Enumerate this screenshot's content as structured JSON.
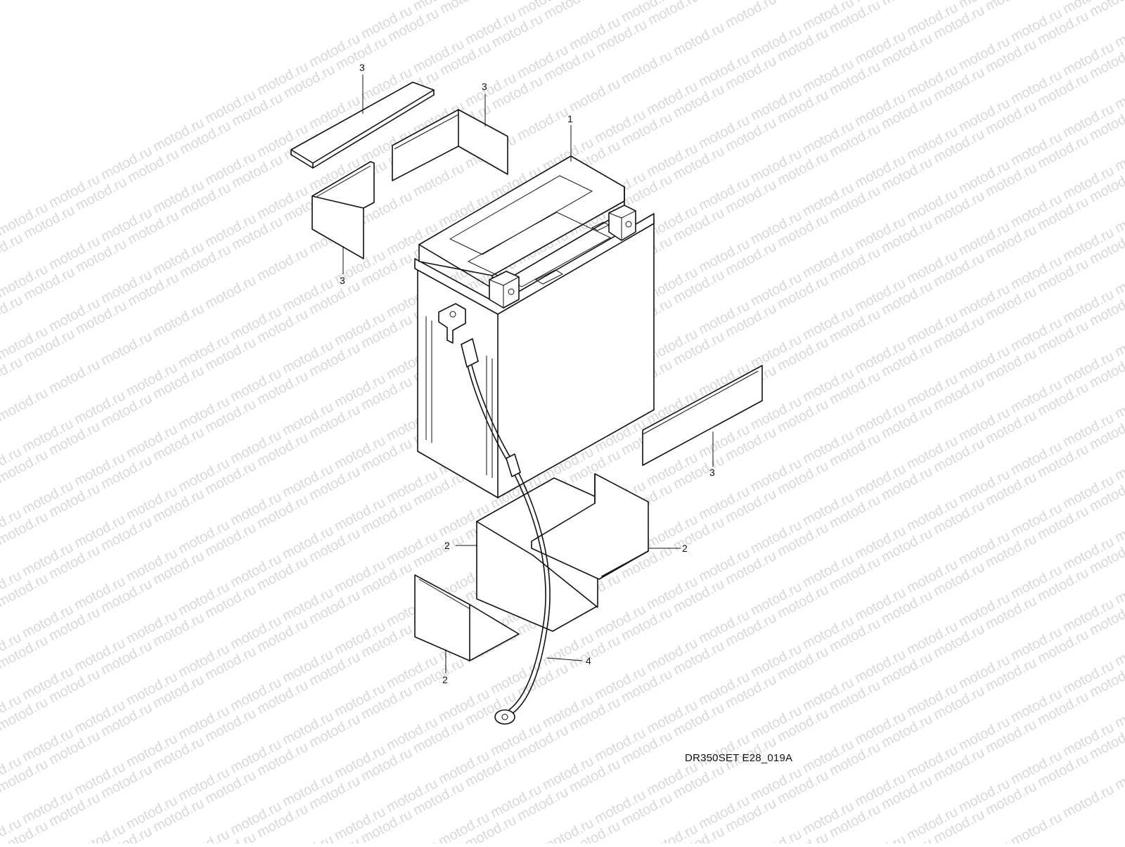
{
  "watermark": {
    "text": "motod.ru"
  },
  "diagram": {
    "parts": [
      {
        "id": "battery",
        "callout": "1"
      },
      {
        "id": "battery-cushion",
        "callout": "2"
      },
      {
        "id": "battery-pad",
        "callout": "3"
      },
      {
        "id": "ground-lead",
        "callout": "4"
      }
    ],
    "callouts": [
      "1",
      "2",
      "2",
      "2",
      "3",
      "3",
      "3",
      "3",
      "4"
    ],
    "drawing_code": "DR350SET E28_019A"
  }
}
